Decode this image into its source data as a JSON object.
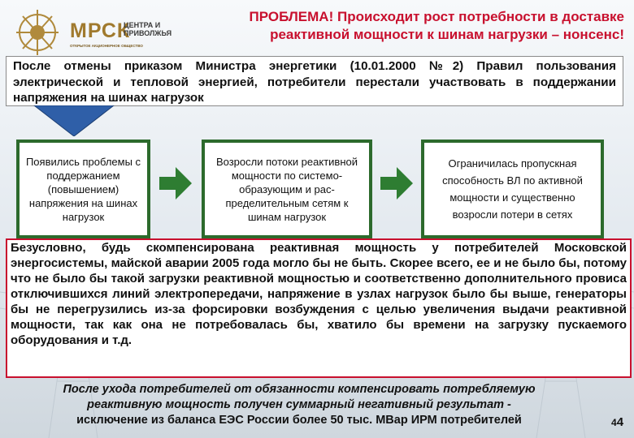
{
  "header": {
    "title": "ПРОБЛЕМА! Происходит рост потребности в доставке реактивной мощности к шинам нагрузки – нонсенс!",
    "logo": {
      "main": "МРСК",
      "sub_line1": "ЦЕНТРА И",
      "sub_line2": "ПРИВОЛЖЬЯ",
      "tag": "ОТКРЫТОЕ АКЦИОНЕРНОЕ ОБЩЕСТВО"
    }
  },
  "intro_text": "После отмены приказом Министра энергетики (10.01.2000 №2) Правил пользования электрической и тепловой энергией, потребители перестали участвовать в поддержании напряжения на шинах нагрузок",
  "flow": [
    {
      "text": "Появились проблемы с поддержанием (повышением) напряжения на шинах нагрузок"
    },
    {
      "text": "Возросли потоки реактивной мощности по системо-образующим и рас-пределительным сетям к шинам нагрузок"
    },
    {
      "text": "Ограничилась пропускная способность ВЛ по активной мощности и существенно возросли потери в сетях"
    }
  ],
  "main_text": "Безусловно, будь скомпенсирована реактивная мощность у потребителей Московской энергосистемы, майской аварии 2005 года могло бы не быть. Скорее всего, ее и не было бы, потому что не было бы такой загрузки реактивной мощностью и соответственно дополнительного провиса отключившихся линий электропередачи, напряжение в узлах нагрузок было бы выше, генераторы бы не перегрузились из-за форсировки возбуждения с целью увеличения выдачи реактивной мощности, так как она не потребовалась бы, хватило бы времени на загрузку пускаемого оборудования и т.д.",
  "conclusion": {
    "line1": "После ухода потребителей от обязанности компенсировать потребляемую",
    "line2": "реактивную мощность получен суммарный негативный результат -",
    "line3": "исключение из баланса ЕЭС России более 50 тыс. МВар ИРМ потребителей"
  },
  "page": {
    "small": "4",
    "big": "4"
  },
  "colors": {
    "title": "#c8102e",
    "box_border_green": "#2c6a2c",
    "arrow_blue": "#2f5fa8",
    "arrow_green": "#2e7d32"
  }
}
